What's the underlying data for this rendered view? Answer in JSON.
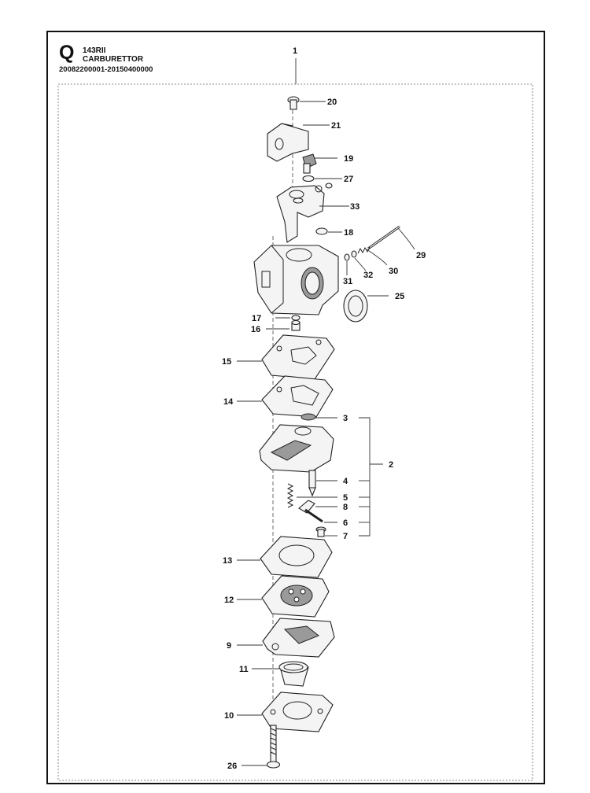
{
  "header": {
    "section_letter": "Q",
    "model": "143RII",
    "title": "CARBURETTOR",
    "serial_range": "20082200001-20150400000"
  },
  "callouts": {
    "c1": "1",
    "c2": "2",
    "c3": "3",
    "c4": "4",
    "c5": "5",
    "c6": "6",
    "c7": "7",
    "c8": "8",
    "c9": "9",
    "c10": "10",
    "c11": "11",
    "c12": "12",
    "c13": "13",
    "c14": "14",
    "c15": "15",
    "c16": "16",
    "c17": "17",
    "c18": "18",
    "c19": "19",
    "c20": "20",
    "c21": "21",
    "c25": "25",
    "c26": "26",
    "c27": "27",
    "c29": "29",
    "c30": "30",
    "c31": "31",
    "c32": "32",
    "c33": "33"
  }
}
